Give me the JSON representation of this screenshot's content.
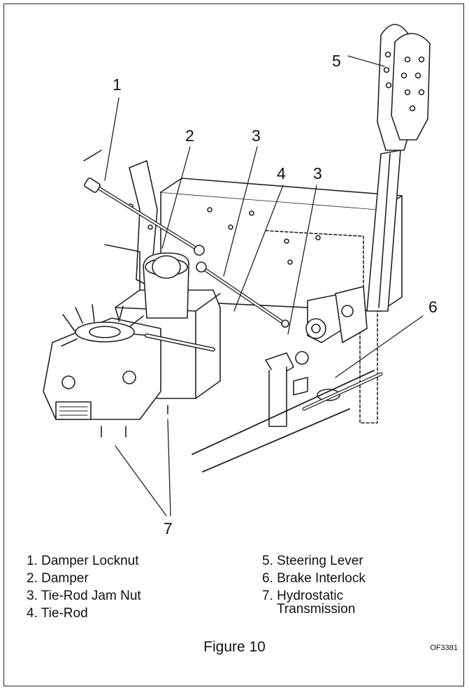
{
  "callouts": {
    "c1": "1",
    "c2": "2",
    "c3a": "3",
    "c3b": "3",
    "c4": "4",
    "c5": "5",
    "c6": "6",
    "c7": "7"
  },
  "legend": {
    "left": [
      "1.  Damper Locknut",
      "2.  Damper",
      "3.  Tie-Rod Jam Nut",
      "4.  Tie-Rod"
    ],
    "right": [
      "5.  Steering Lever",
      "6.  Brake Interlock",
      "7.  Hydrostatic",
      "Transmission"
    ]
  },
  "figure_title": "Figure 10",
  "figure_code": "OF3381"
}
